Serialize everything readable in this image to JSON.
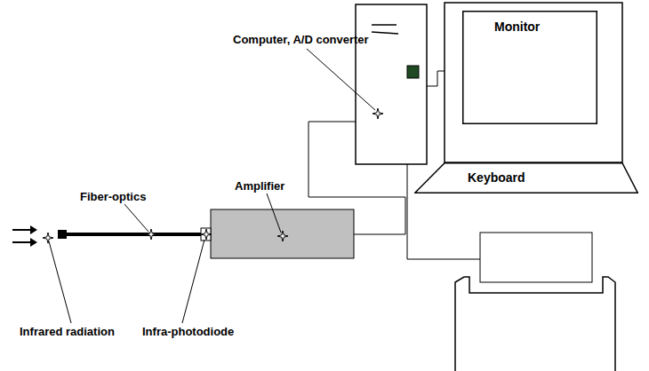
{
  "diagram": {
    "nodes": [
      {
        "text": [
          "Monitor"
        ]
      },
      {
        "text": [
          "Keyboard"
        ]
      }
    ],
    "labels": [
      "Computer, A/D converter",
      "Amplifier",
      "Fiber-optics",
      "Infrared radiation",
      "Infra-photodiode"
    ]
  }
}
